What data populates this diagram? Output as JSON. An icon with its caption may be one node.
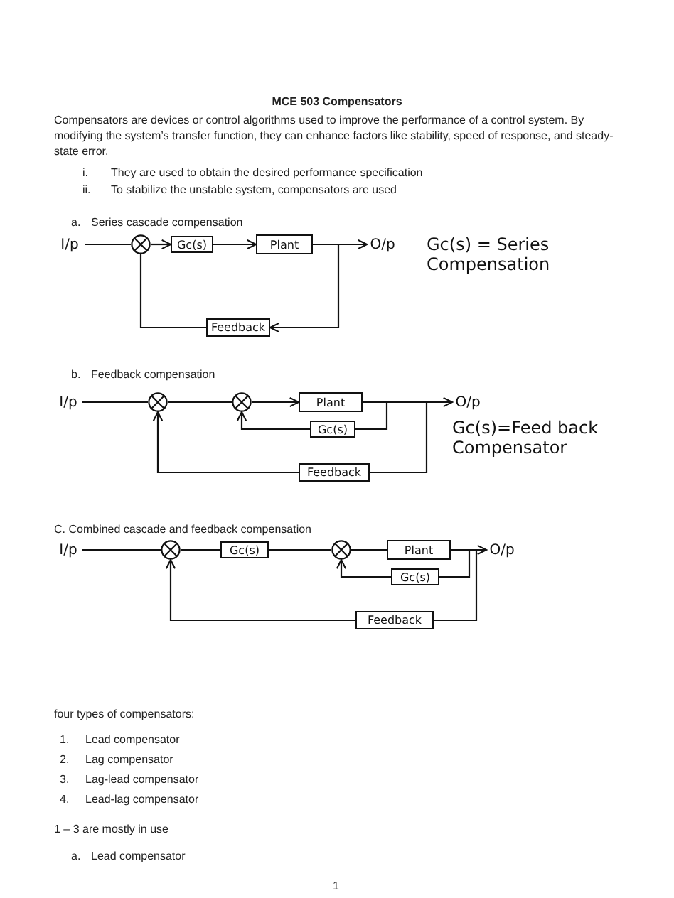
{
  "diagram": {
    "title": "MCE 503 Compensators",
    "nodes": [
      {
        "text": [
          "I/p"
        ]
      },
      {
        "text": [],
        "shape": "circle"
      },
      {
        "text": [
          "Gc(s)"
        ]
      },
      {
        "text": [
          "Plant"
        ]
      },
      {
        "text": [
          "O/p"
        ]
      },
      {
        "text": [
          "Feedback"
        ]
      },
      {
        "text": [
          "I/p"
        ]
      },
      {
        "text": [],
        "shape": "circle"
      },
      {
        "text": [],
        "shape": "circle"
      },
      {
        "text": [
          "Plant"
        ]
      },
      {
        "text": [
          "O/p"
        ]
      },
      {
        "text": [
          "Gc(s)"
        ]
      },
      {
        "text": [
          "Feedback"
        ]
      },
      {
        "text": [
          "I/p"
        ]
      },
      {
        "text": [],
        "shape": "circle"
      },
      {
        "text": [
          "Gc(s)"
        ]
      },
      {
        "text": [],
        "shape": "circle"
      },
      {
        "text": [
          "Plant"
        ]
      },
      {
        "text": [
          "O/p"
        ]
      },
      {
        "text": [
          "Gc(s)"
        ]
      },
      {
        "text": [
          "Feedback"
        ]
      }
    ],
    "edges": [
      {
        "from": 0,
        "to": 1,
        "arrow": "none"
      },
      {
        "from": 1,
        "to": 2,
        "arrow": "to"
      },
      {
        "from": 2,
        "to": 3,
        "arrow": "to"
      },
      {
        "from": 3,
        "to": 4,
        "arrow": "to"
      },
      {
        "from": 3,
        "to": 5,
        "arrow": "to"
      },
      {
        "from": 5,
        "to": 1,
        "arrow": "none"
      },
      {
        "from": 6,
        "to": 7,
        "arrow": "none"
      },
      {
        "from": 7,
        "to": 8,
        "arrow": "none"
      },
      {
        "from": 8,
        "to": 9,
        "arrow": "to"
      },
      {
        "from": 9,
        "to": 10,
        "arrow": "to"
      },
      {
        "from": 9,
        "to": 11,
        "arrow": "none"
      },
      {
        "from": 11,
        "to": 8,
        "arrow": "to"
      },
      {
        "from": 9,
        "to": 12,
        "arrow": "none"
      },
      {
        "from": 12,
        "to": 7,
        "arrow": "to"
      },
      {
        "from": 13,
        "to": 14,
        "arrow": "none"
      },
      {
        "from": 14,
        "to": 15,
        "arrow": "none"
      },
      {
        "from": 15,
        "to": 16,
        "arrow": "none"
      },
      {
        "from": 16,
        "to": 17,
        "arrow": "none"
      },
      {
        "from": 17,
        "to": 18,
        "arrow": "to"
      },
      {
        "from": 17,
        "to": 19,
        "arrow": "none"
      },
      {
        "from": 19,
        "to": 16,
        "arrow": "to"
      },
      {
        "from": 17,
        "to": 20,
        "arrow": "none"
      },
      {
        "from": 20,
        "to": 14,
        "arrow": "to"
      }
    ],
    "labels": [
      "Compensators are devices or control algorithms used to improve the performance of a control system. By modifying the system’s transfer function, they can enhance factors like stability, speed of response, and steady-state error.",
      "i.",
      "They are used to obtain the desired performance specification",
      "ii.",
      "To stabilize the unstable system, compensators are used",
      "a.",
      "Series cascade compensation",
      "Gc(s) = Series Compensation",
      "b.",
      "Feedback compensation",
      "Gc(s)=Feed back Compensator",
      "C. Combined cascade and feedback compensation",
      "four types of compensators:",
      "1.",
      "Lead compensator",
      "2.",
      "Lag compensator",
      "3.",
      "Lag-lead compensator",
      "4.",
      "Lead-lag compensator",
      "1 – 3 are mostly in use",
      "a.",
      "Lead compensator",
      "1"
    ]
  }
}
